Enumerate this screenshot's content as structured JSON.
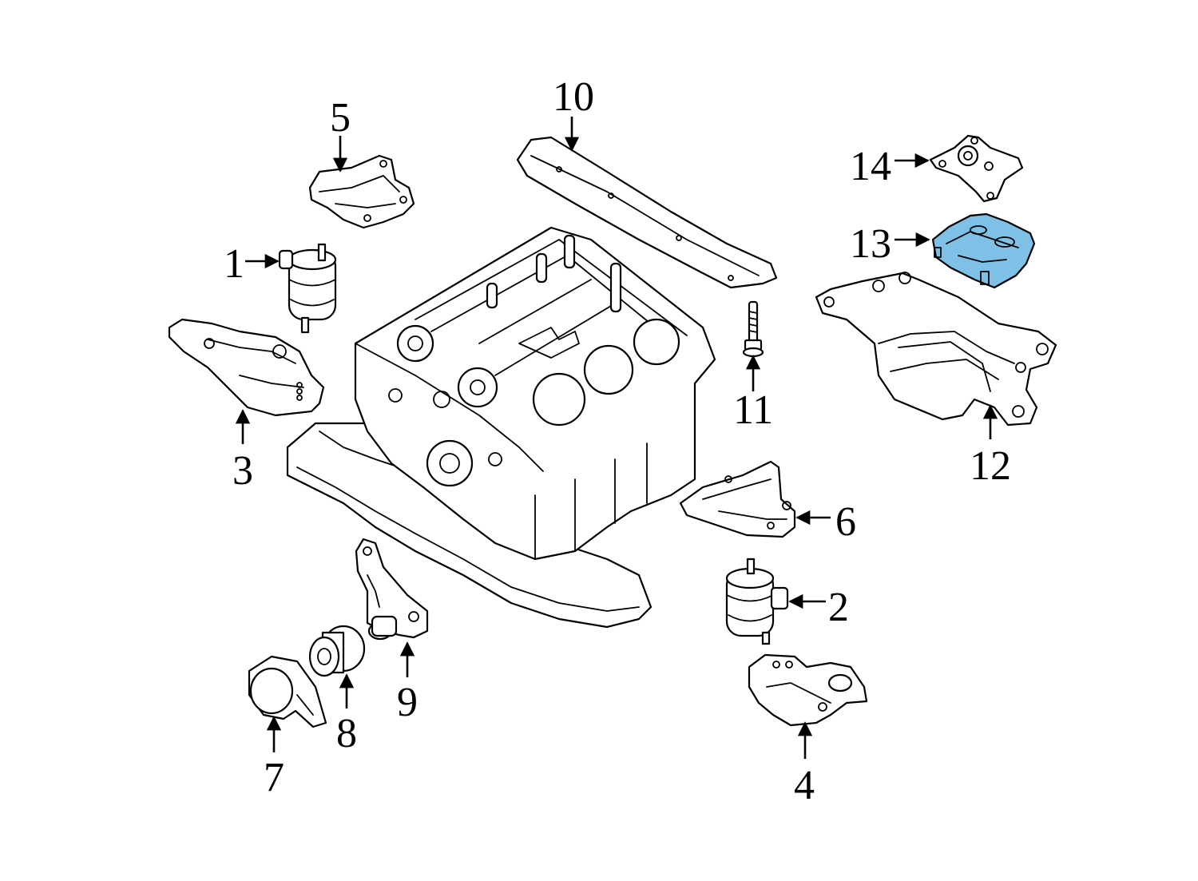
{
  "highlight_color": "#7fc0e6",
  "callouts": [
    {
      "id": "1",
      "label": "1"
    },
    {
      "id": "2",
      "label": "2"
    },
    {
      "id": "3",
      "label": "3"
    },
    {
      "id": "4",
      "label": "4"
    },
    {
      "id": "5",
      "label": "5"
    },
    {
      "id": "6",
      "label": "6"
    },
    {
      "id": "7",
      "label": "7"
    },
    {
      "id": "8",
      "label": "8"
    },
    {
      "id": "9",
      "label": "9"
    },
    {
      "id": "10",
      "label": "10"
    },
    {
      "id": "11",
      "label": "11"
    },
    {
      "id": "12",
      "label": "12"
    },
    {
      "id": "13",
      "label": "13",
      "highlighted": true
    },
    {
      "id": "14",
      "label": "14"
    }
  ]
}
